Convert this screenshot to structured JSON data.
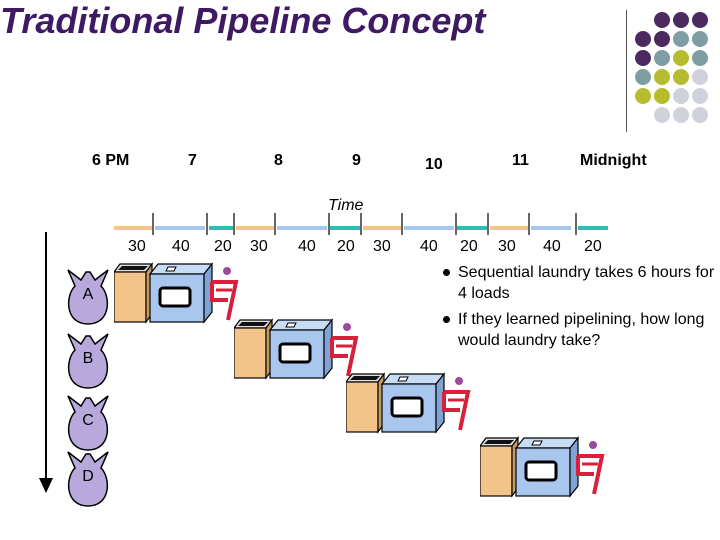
{
  "title": "Traditional Pipeline Concept",
  "timeline": {
    "hours": [
      "6 PM",
      "7",
      "8",
      "9",
      "10",
      "11",
      "Midnight"
    ],
    "axis_label": "Time",
    "ticks": [
      "30",
      "40",
      "20",
      "30",
      "40",
      "20",
      "30",
      "40",
      "20",
      "30",
      "40",
      "20"
    ]
  },
  "loads": [
    "A",
    "B",
    "C",
    "D"
  ],
  "bullets": [
    "Sequential laundry takes 6 hours for 4 loads",
    "If they learned pipelining, how long would  laundry take?"
  ],
  "colors": {
    "title": "#3d1a63",
    "wash": "#f2c48a",
    "dry": "#a9c7ee",
    "fold": "#2fbfb0",
    "dot_purple": "#4a2a60",
    "dot_teal": "#7f9ea3",
    "dot_olive": "#b5bd2e",
    "dot_gray": "#cfd2db"
  },
  "icons": [
    "laundry-bag-icon",
    "washer-icon",
    "dryer-icon",
    "folding-person-icon"
  ]
}
